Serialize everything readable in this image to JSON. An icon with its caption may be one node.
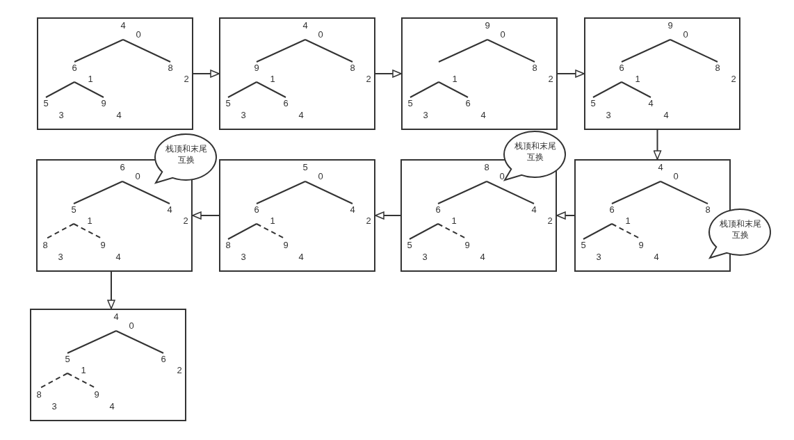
{
  "diagram": {
    "nodes": [
      {
        "text": [],
        "shape": "box"
      },
      {
        "text": [
          "4"
        ],
        "beside": [
          "0"
        ],
        "in": 0
      },
      {
        "text": [
          "6"
        ],
        "beside": [
          "1"
        ],
        "in": 0
      },
      {
        "text": [
          "8"
        ],
        "beside": [
          "2"
        ],
        "in": 0
      },
      {
        "text": [
          "5"
        ],
        "beside": [
          "3"
        ],
        "in": 0
      },
      {
        "text": [
          "9"
        ],
        "beside": [
          "4"
        ],
        "in": 0
      },
      {
        "text": [],
        "shape": "box"
      },
      {
        "text": [
          "4"
        ],
        "beside": [
          "0"
        ],
        "in": 6
      },
      {
        "text": [
          "9"
        ],
        "beside": [
          "1"
        ],
        "in": 6
      },
      {
        "text": [
          "8"
        ],
        "beside": [
          "2"
        ],
        "in": 6
      },
      {
        "text": [
          "5"
        ],
        "beside": [
          "3"
        ],
        "in": 6
      },
      {
        "text": [
          "6"
        ],
        "beside": [
          "4"
        ],
        "in": 6
      },
      {
        "text": [],
        "shape": "box"
      },
      {
        "text": [
          "9"
        ],
        "beside": [
          "0"
        ],
        "in": 12
      },
      {
        "text": [
          "8"
        ],
        "beside": [
          "2"
        ],
        "in": 12
      },
      {
        "text": [
          "5"
        ],
        "beside": [
          "3"
        ],
        "in": 12
      },
      {
        "text": [
          "6"
        ],
        "beside": [
          "4"
        ],
        "in": 12
      },
      {
        "text": [],
        "shape": "box"
      },
      {
        "text": [
          "9"
        ],
        "beside": [
          "0"
        ],
        "in": 17
      },
      {
        "text": [
          "6"
        ],
        "beside": [
          "1"
        ],
        "in": 17
      },
      {
        "text": [
          "8"
        ],
        "beside": [
          "2"
        ],
        "in": 17
      },
      {
        "text": [
          "5"
        ],
        "beside": [
          "3"
        ],
        "in": 17
      },
      {
        "text": [
          "4"
        ],
        "beside": [
          "4"
        ],
        "in": 17
      },
      {
        "text": [],
        "shape": "box"
      },
      {
        "text": [
          "6"
        ],
        "beside": [
          "0"
        ],
        "in": 23
      },
      {
        "text": [
          "5"
        ],
        "beside": [
          "1"
        ],
        "in": 23
      },
      {
        "text": [
          "4"
        ],
        "beside": [
          "2"
        ],
        "in": 23
      },
      {
        "text": [
          "8"
        ],
        "beside": [
          "3"
        ],
        "in": 23
      },
      {
        "text": [
          "9"
        ],
        "beside": [
          "4"
        ],
        "in": 23
      },
      {
        "text": [
          "栈顶和末尾互换"
        ]
      },
      {
        "text": [],
        "shape": "box"
      },
      {
        "text": [
          "5"
        ],
        "beside": [
          "0"
        ],
        "in": 30
      },
      {
        "text": [
          "6"
        ],
        "beside": [
          "1"
        ],
        "in": 30
      },
      {
        "text": [
          "4"
        ],
        "beside": [
          "2"
        ],
        "in": 30
      },
      {
        "text": [
          "8"
        ],
        "beside": [
          "3"
        ],
        "in": 30
      },
      {
        "text": [
          "9"
        ],
        "beside": [
          "4"
        ],
        "in": 30
      },
      {
        "text": [
          "栈顶和末尾互换"
        ]
      },
      {
        "text": [],
        "shape": "box"
      },
      {
        "text": [
          "8"
        ],
        "in": 37
      },
      {
        "text": [
          "6"
        ],
        "beside": [
          "1"
        ],
        "in": 37
      },
      {
        "text": [
          "4"
        ],
        "beside": [
          "2"
        ],
        "in": 37
      },
      {
        "text": [
          "5"
        ],
        "beside": [
          "3"
        ],
        "in": 37
      },
      {
        "text": [
          "9"
        ],
        "beside": [
          "4"
        ],
        "in": 37
      },
      {
        "text": [],
        "shape": "box"
      },
      {
        "text": [
          "4"
        ],
        "beside": [
          "0"
        ],
        "in": 43
      },
      {
        "text": [
          "6"
        ],
        "beside": [
          "1"
        ],
        "in": 43
      },
      {
        "text": [
          "8"
        ],
        "in": 43
      },
      {
        "text": [
          "5"
        ],
        "beside": [
          "3"
        ],
        "in": 43
      },
      {
        "text": [
          "9"
        ],
        "beside": [
          "4"
        ],
        "in": 43
      },
      {
        "text": [
          "栈顶和末尾互换"
        ]
      },
      {
        "text": [],
        "shape": "box"
      },
      {
        "text": [
          "4"
        ],
        "beside": [
          "0"
        ],
        "in": 50
      },
      {
        "text": [
          "5"
        ],
        "beside": [
          "1"
        ],
        "in": 50
      },
      {
        "text": [
          "6"
        ],
        "beside": [
          "2"
        ],
        "in": 50
      },
      {
        "text": [
          "8"
        ],
        "beside": [
          "3"
        ],
        "in": 50
      },
      {
        "text": [
          "9"
        ],
        "beside": [
          "4"
        ],
        "in": 50
      }
    ],
    "edges": [
      {
        "from": 0,
        "to": 6,
        "arrow": "to"
      },
      {
        "from": 6,
        "to": 12,
        "arrow": "to"
      },
      {
        "from": 12,
        "to": 17,
        "arrow": "to"
      },
      {
        "from": 17,
        "to": 43,
        "arrow": "to"
      },
      {
        "from": 43,
        "to": 37,
        "arrow": "to"
      },
      {
        "from": 37,
        "to": 30,
        "arrow": "to"
      },
      {
        "from": 30,
        "to": 23,
        "arrow": "to"
      },
      {
        "from": 23,
        "to": 50,
        "arrow": "to"
      },
      {
        "from": 1,
        "to": 2,
        "arrow": "none"
      },
      {
        "from": 1,
        "to": 3,
        "arrow": "none"
      },
      {
        "from": 2,
        "to": 4,
        "arrow": "none"
      },
      {
        "from": 2,
        "to": 5,
        "arrow": "none"
      },
      {
        "from": 7,
        "to": 8,
        "arrow": "none"
      },
      {
        "from": 7,
        "to": 9,
        "arrow": "none"
      },
      {
        "from": 8,
        "to": 10,
        "arrow": "none"
      },
      {
        "from": 8,
        "to": 11,
        "arrow": "none"
      },
      {
        "from": 13,
        "to": null,
        "arrow": "none"
      },
      {
        "from": 13,
        "to": 14,
        "arrow": "none"
      },
      {
        "from": null,
        "to": 15,
        "arrow": "none"
      },
      {
        "from": null,
        "to": 16,
        "arrow": "none"
      },
      {
        "from": 18,
        "to": 19,
        "arrow": "none"
      },
      {
        "from": 18,
        "to": 20,
        "arrow": "none"
      },
      {
        "from": 19,
        "to": 21,
        "arrow": "none"
      },
      {
        "from": 19,
        "to": 22,
        "arrow": "none"
      },
      {
        "from": 24,
        "to": 25,
        "arrow": "none"
      },
      {
        "from": 24,
        "to": 26,
        "arrow": "none"
      },
      {
        "from": 25,
        "to": 27,
        "arrow": "none",
        "style": "dashed"
      },
      {
        "from": 25,
        "to": 28,
        "arrow": "none",
        "style": "dashed"
      },
      {
        "from": 31,
        "to": 32,
        "arrow": "none"
      },
      {
        "from": 31,
        "to": 33,
        "arrow": "none"
      },
      {
        "from": 32,
        "to": 34,
        "arrow": "none"
      },
      {
        "from": 32,
        "to": 35,
        "arrow": "none",
        "style": "dashed"
      },
      {
        "from": 38,
        "to": 39,
        "arrow": "none"
      },
      {
        "from": 38,
        "to": 40,
        "arrow": "none"
      },
      {
        "from": 39,
        "to": 41,
        "arrow": "none"
      },
      {
        "from": 39,
        "to": 42,
        "arrow": "none",
        "style": "dashed"
      },
      {
        "from": 44,
        "to": 45,
        "arrow": "none"
      },
      {
        "from": 44,
        "to": 46,
        "arrow": "none"
      },
      {
        "from": 45,
        "to": 47,
        "arrow": "none"
      },
      {
        "from": 45,
        "to": 48,
        "arrow": "none",
        "style": "dashed"
      },
      {
        "from": 51,
        "to": 52,
        "arrow": "none"
      },
      {
        "from": 51,
        "to": 53,
        "arrow": "none"
      },
      {
        "from": 52,
        "to": 54,
        "arrow": "none",
        "style": "dashed"
      },
      {
        "from": 52,
        "to": 55,
        "arrow": "none",
        "style": "dashed"
      }
    ],
    "labels": [
      "1",
      "0"
    ]
  }
}
